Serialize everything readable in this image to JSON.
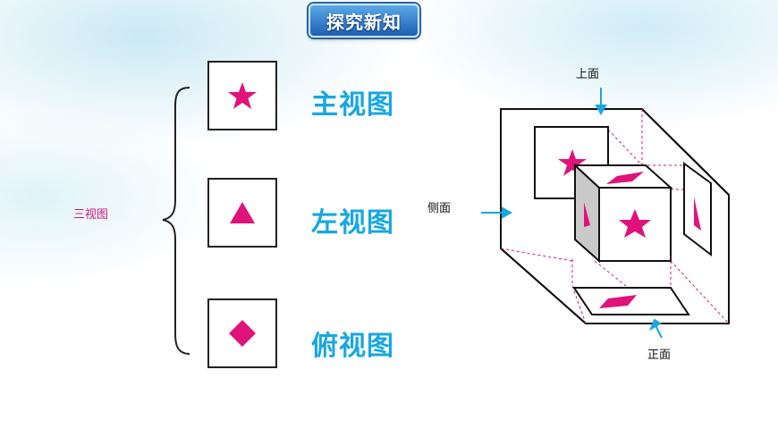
{
  "header": {
    "badge": "探究新知"
  },
  "left": {
    "group_label": "三视图",
    "views": [
      {
        "label": "主视图",
        "shape": "star-icon"
      },
      {
        "label": "左视图",
        "shape": "triangle-icon"
      },
      {
        "label": "俯视图",
        "shape": "diamond-icon"
      }
    ]
  },
  "figure": {
    "top_label": "上面",
    "side_label": "侧面",
    "front_label": "正面"
  },
  "colors": {
    "accent": "#18a7e0",
    "magenta": "#e0137a",
    "badge": "#1f5fb4"
  }
}
